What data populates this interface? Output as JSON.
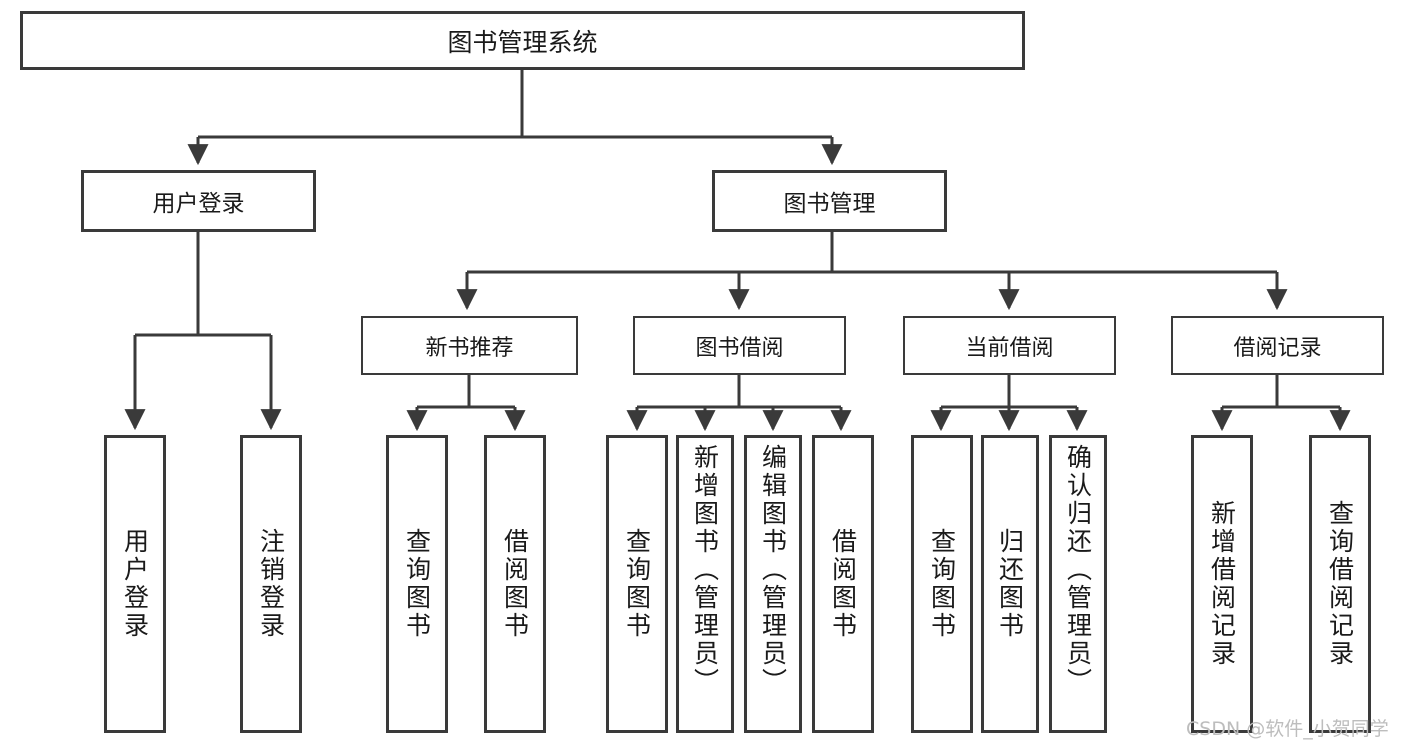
{
  "diagram": {
    "title": "图书管理系统",
    "type": "tree-hierarchy-functional-structure",
    "root": {
      "label": "图书管理系统"
    },
    "level2": [
      {
        "label": "用户登录"
      },
      {
        "label": "图书管理"
      }
    ],
    "level3": [
      {
        "label": "新书推荐"
      },
      {
        "label": "图书借阅"
      },
      {
        "label": "当前借阅"
      },
      {
        "label": "借阅记录"
      }
    ],
    "leaves": {
      "user_login": [
        {
          "label": "用户登录"
        },
        {
          "label": "注销登录"
        }
      ],
      "new_book_recommend": [
        {
          "label": "查询图书"
        },
        {
          "label": "借阅图书"
        }
      ],
      "book_borrow": [
        {
          "label": "查询图书"
        },
        {
          "label": "新增图书（管理员）"
        },
        {
          "label": "编辑图书（管理员）"
        },
        {
          "label": "借阅图书"
        }
      ],
      "current_borrow": [
        {
          "label": "查询图书"
        },
        {
          "label": "归还图书"
        },
        {
          "label": "确认归还（管理员）"
        }
      ],
      "borrow_record": [
        {
          "label": "新增借阅记录"
        },
        {
          "label": "查询借阅记录"
        }
      ]
    }
  },
  "watermark": {
    "text": "CSDN @软件_小贺同学"
  },
  "colors": {
    "stroke": "#3a3a3a",
    "box_fill": "#ffffff",
    "text": "#1a1a1a",
    "watermark": "#bdbdbd",
    "background": "#ffffff"
  }
}
